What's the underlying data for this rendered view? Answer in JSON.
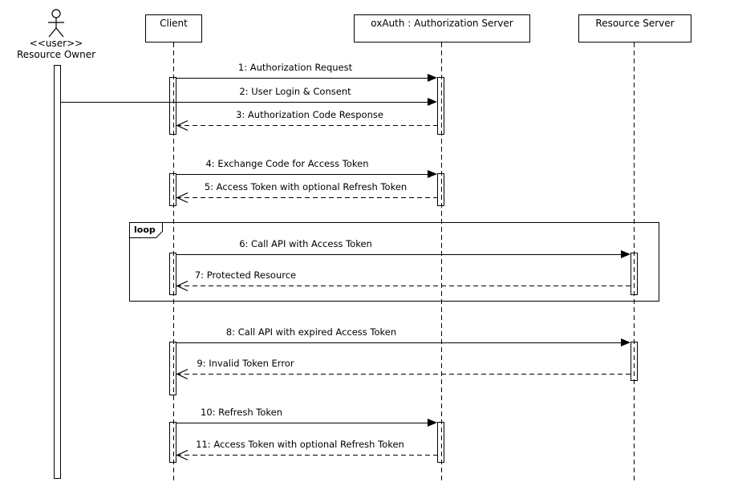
{
  "actor": {
    "stereotype": "<<user>>",
    "name": "Resource Owner"
  },
  "lifelines": [
    {
      "name": "Client"
    },
    {
      "name": "oxAuth : Authorization Server"
    },
    {
      "name": "Resource Server"
    }
  ],
  "fragment": {
    "operator": "loop"
  },
  "messages": [
    {
      "seq": 1,
      "label": "1: Authorization Request",
      "from": "Client",
      "to": "oxAuth : Authorization Server",
      "type": "call"
    },
    {
      "seq": 2,
      "label": "2: User Login & Consent",
      "from": "Resource Owner",
      "to": "oxAuth : Authorization Server",
      "type": "call"
    },
    {
      "seq": 3,
      "label": "3: Authorization Code Response",
      "from": "oxAuth : Authorization Server",
      "to": "Client",
      "type": "return"
    },
    {
      "seq": 4,
      "label": "4: Exchange Code for Access Token",
      "from": "Client",
      "to": "oxAuth : Authorization Server",
      "type": "call"
    },
    {
      "seq": 5,
      "label": "5: Access Token with optional Refresh Token",
      "from": "oxAuth : Authorization Server",
      "to": "Client",
      "type": "return"
    },
    {
      "seq": 6,
      "label": "6: Call API with Access Token",
      "from": "Client",
      "to": "Resource Server",
      "type": "call"
    },
    {
      "seq": 7,
      "label": "7: Protected Resource",
      "from": "Resource Server",
      "to": "Client",
      "type": "return"
    },
    {
      "seq": 8,
      "label": "8: Call API with expired Access Token",
      "from": "Client",
      "to": "Resource Server",
      "type": "call"
    },
    {
      "seq": 9,
      "label": "9: Invalid Token Error",
      "from": "Resource Server",
      "to": "Client",
      "type": "return"
    },
    {
      "seq": 10,
      "label": "10: Refresh Token",
      "from": "Client",
      "to": "oxAuth : Authorization Server",
      "type": "call"
    },
    {
      "seq": 11,
      "label": "11: Access Token with optional Refresh Token",
      "from": "oxAuth : Authorization Server",
      "to": "Client",
      "type": "return"
    }
  ],
  "colors": {
    "stroke": "#000000",
    "background": "#ffffff"
  }
}
